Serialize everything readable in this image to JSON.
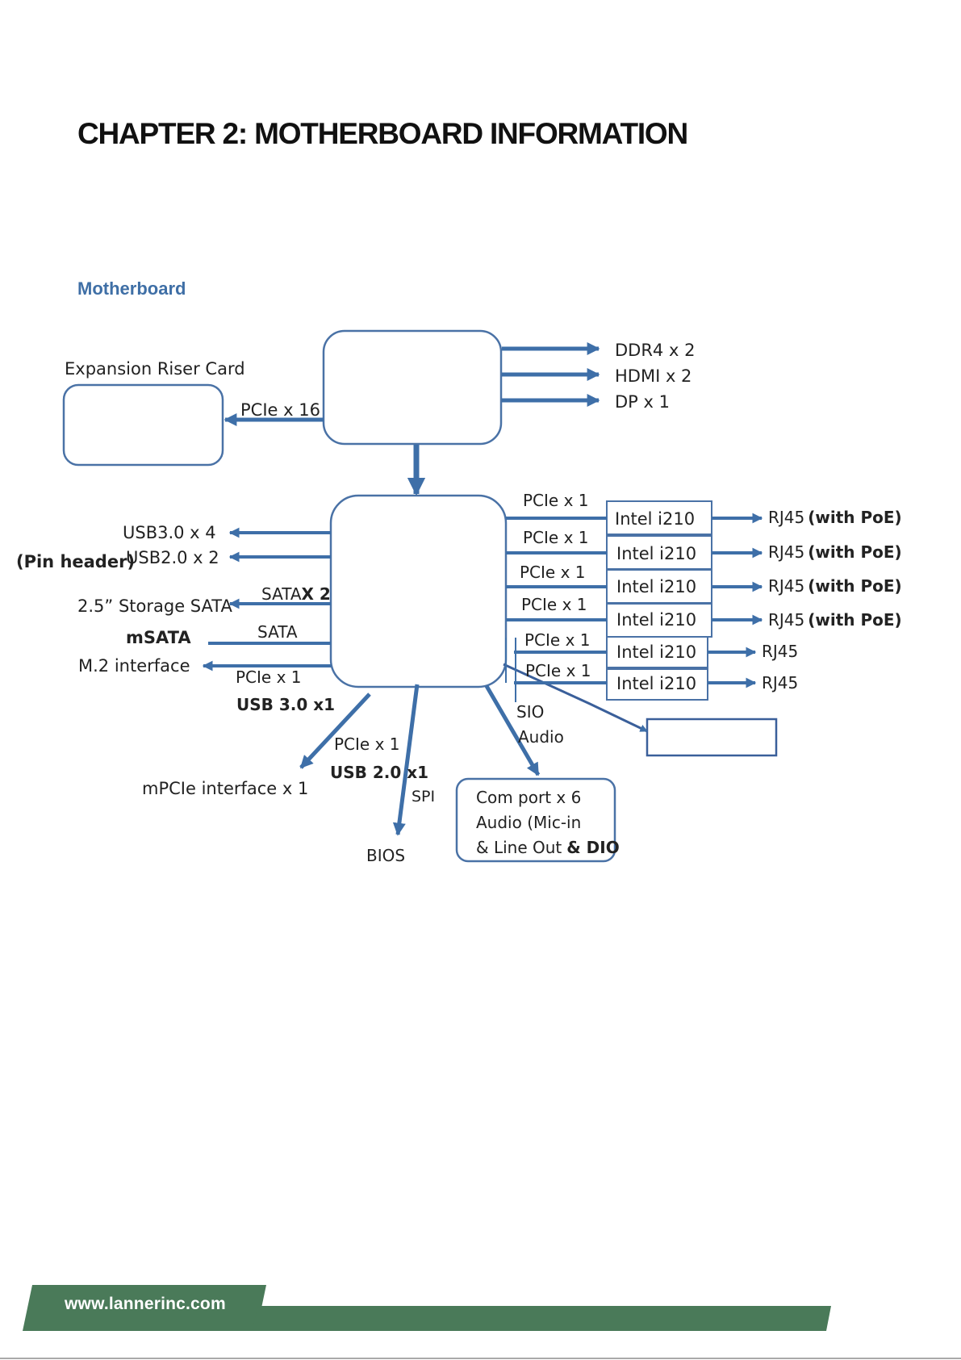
{
  "header": {
    "chapter_title": "CHAPTER 2: MOTHERBOARD INFORMATION"
  },
  "section": {
    "title": "Motherboard"
  },
  "diagram": {
    "riser_title": "Expansion Riser Card",
    "pcie16": "PCIe x 16",
    "cpu_out": [
      "DDR4 x 2",
      "HDMI x 2",
      "DP x 1"
    ],
    "left_usb3": "USB3.0 x 4",
    "left_pin": "(Pin header)",
    "left_usb2": "USB2.0 x 2",
    "left_storage": "2.5” Storage SATA",
    "left_sata_x": "SATA",
    "left_x2": "X 2",
    "left_msata": "mSATA",
    "left_sata": "SATA",
    "left_m2": "M.2 interface",
    "left_pcie": "PCIe x 1",
    "left_usb30": "USB 3.0 x1",
    "lan_pcie": [
      "PCIe x 1",
      "PCIe x 1",
      "PCIe x 1",
      "PCIe x 1",
      "PCIe x 1",
      "PCIe x 1"
    ],
    "lan_chip": [
      "Intel i210",
      "Intel i210",
      "Intel i210",
      "Intel i210",
      "Intel i210",
      "Intel i210"
    ],
    "rj45_label": "RJ45",
    "poe_label": "(with PoE)",
    "bottom_pcie": "PCIe x 1",
    "bottom_usb20": "USB 2.0 x1",
    "mpcie": "mPCIe interface x 1",
    "spi": "SPI",
    "bios": "BIOS",
    "sio": "SIO",
    "audio": "Audio",
    "sio_box_lines": [
      "Com port x  6",
      "Audio (Mic-in",
      "& Line Out"
    ],
    "sio_box_dio": "& DIO"
  },
  "footer": {
    "url": "www.lannerinc.com"
  },
  "colors": {
    "arrow": "#3e6fa8",
    "footer_green": "#4a7a59",
    "section_blue": "#3f6fa6"
  }
}
